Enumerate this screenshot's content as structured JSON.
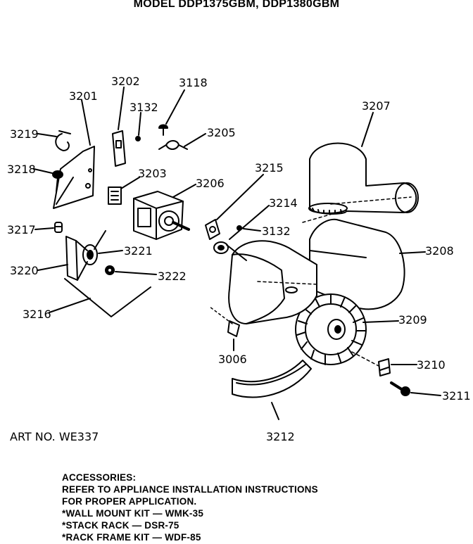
{
  "header": {
    "model_line": "MODEL DDP1375GBM, DDP1380GBM"
  },
  "diagram": {
    "part_labels": {
      "p3201": "3201",
      "p3202": "3202",
      "p3132a": "3132",
      "p3118": "3118",
      "p3205": "3205",
      "p3219": "3219",
      "p3218": "3218",
      "p3203": "3203",
      "p3206": "3206",
      "p3217": "3217",
      "p3221": "3221",
      "p3220": "3220",
      "p3222": "3222",
      "p3216": "3216",
      "p3207": "3207",
      "p3215": "3215",
      "p3214": "3214",
      "p3132b": "3132",
      "p3208": "3208",
      "p3209": "3209",
      "p3006": "3006",
      "p3210": "3210",
      "p3211": "3211",
      "p3212": "3212"
    }
  },
  "art_number": "ART NO. WE337",
  "accessories": {
    "title": "ACCESSORIES:",
    "line1": "REFER TO APPLIANCE INSTALLATION INSTRUCTIONS",
    "line2": "FOR PROPER APPLICATION.",
    "items": [
      "*WALL MOUNT KIT — WMK-35",
      "*STACK RACK — DSR-75",
      "*RACK FRAME KIT — WDF-85"
    ]
  }
}
